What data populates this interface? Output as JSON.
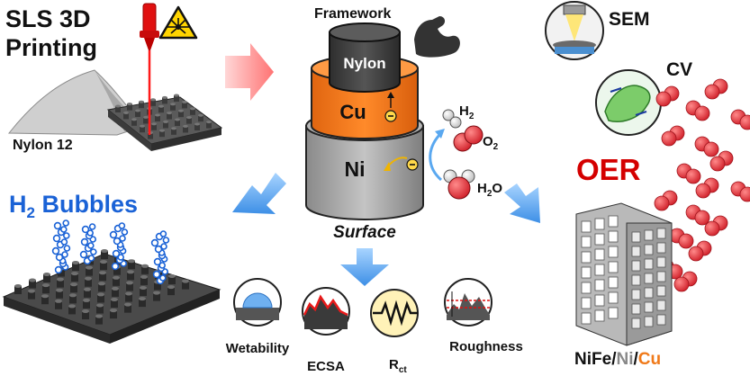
{
  "sls": {
    "line1": "SLS 3D",
    "line2": "Printing",
    "material": "Nylon 12"
  },
  "bubbles": {
    "prefix": "H",
    "sub": "2",
    "suffix": " Bubbles"
  },
  "stack": {
    "framework": "Framework",
    "top": "Nylon",
    "middle": "Cu",
    "bottom": "Ni",
    "surface": "Surface"
  },
  "gases": {
    "h2": "H",
    "h2_sub": "2",
    "o2": "O",
    "o2_sub": "2",
    "h2o_a": "H",
    "h2o_sub": "2",
    "h2o_b": "O"
  },
  "methods": {
    "sem": "SEM",
    "cv": "CV"
  },
  "oer": {
    "title": "OER",
    "c1": "NiFe",
    "sep1": "/",
    "c2": "Ni",
    "sep2": "/",
    "c3": "Cu"
  },
  "properties": {
    "wet": "Wetability",
    "ecsa": "ECSA",
    "rct": "R",
    "rct_sub": "ct",
    "rough": "Roughness"
  },
  "colors": {
    "nylon": "#444444",
    "cu": "#f07a1a",
    "ni": "#9a9a9a",
    "blue": "#1a62d6",
    "red": "#d40000",
    "arrow_blue": "#4a9ee8",
    "arrow_red": "#ff6b6b"
  }
}
